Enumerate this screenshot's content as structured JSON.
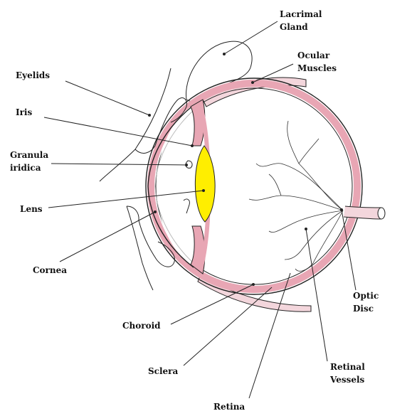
{
  "diagram": {
    "labels": {
      "lacrimal_gland": [
        "Lacrimal",
        "Gland"
      ],
      "ocular_muscles": [
        "Ocular",
        "Muscles"
      ],
      "eyelids": [
        "Eyelids"
      ],
      "iris": [
        "Iris"
      ],
      "granula_iridica": [
        "Granula",
        "iridica"
      ],
      "lens": [
        "Lens"
      ],
      "cornea": [
        "Cornea"
      ],
      "choroid": [
        "Choroid"
      ],
      "sclera": [
        "Sclera"
      ],
      "retina": [
        "Retina"
      ],
      "optic_disc": [
        "Optic",
        "Disc"
      ],
      "retinal_vessels": [
        "Retinal",
        "Vessels"
      ]
    },
    "colors": {
      "lens_fill": "#ffee00",
      "tissue_pink": "#e8a6b4",
      "outline": "#222222"
    }
  }
}
